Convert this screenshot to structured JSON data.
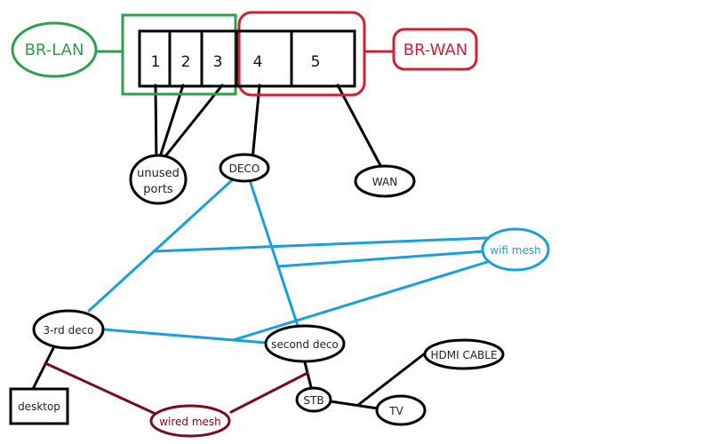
{
  "colors": {
    "lan": "#2ea04a",
    "wan": "#cc2233",
    "wifi": "#1a9fd8",
    "wired": "#7a0a20",
    "black": "#000000"
  },
  "bridges": {
    "lan": {
      "label": "BR-LAN"
    },
    "wan": {
      "label": "BR-WAN"
    }
  },
  "ports": [
    {
      "label": "1"
    },
    {
      "label": "2"
    },
    {
      "label": "3"
    },
    {
      "label": "4"
    },
    {
      "label": "5"
    }
  ],
  "nodes": {
    "unused_ports": {
      "line1": "unused",
      "line2": "ports"
    },
    "deco": {
      "label": "DECO"
    },
    "wan": {
      "label": "WAN"
    },
    "wifi_mesh": {
      "label": "wifi mesh"
    },
    "third_deco": {
      "label": "3-rd deco"
    },
    "second_deco": {
      "label": "second deco"
    },
    "desktop": {
      "label": "desktop"
    },
    "wired_mesh": {
      "label": "wired mesh"
    },
    "stb": {
      "label": "STB"
    },
    "tv": {
      "label": "TV"
    },
    "hdmi_cable": {
      "label": "HDMI CABLE"
    }
  }
}
